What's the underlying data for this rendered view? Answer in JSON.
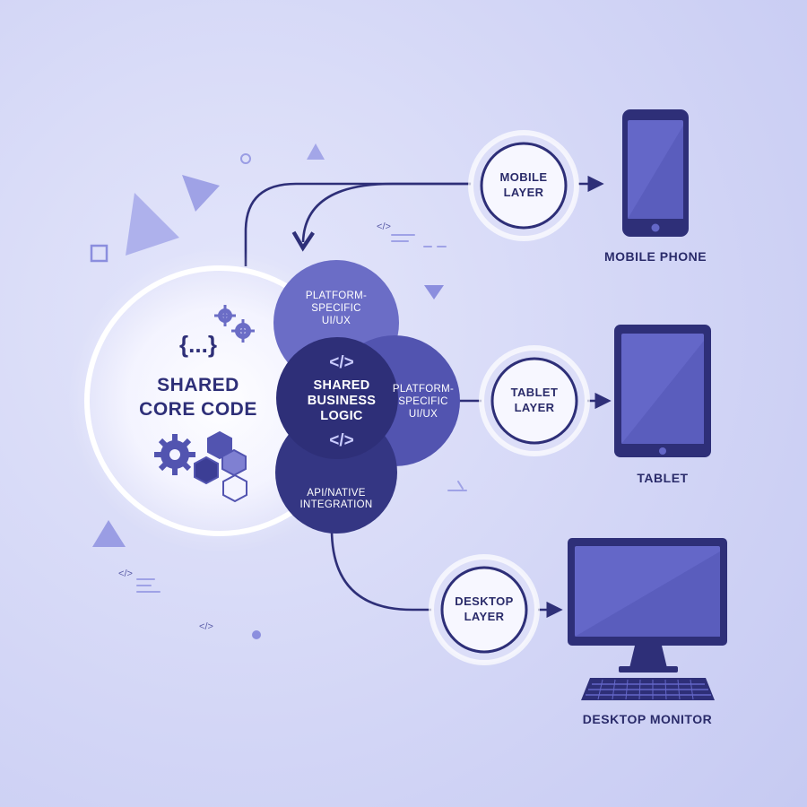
{
  "core": {
    "braces": "{...}",
    "title_line1": "SHARED",
    "title_line2": "CORE CODE"
  },
  "venn": {
    "top": {
      "line1": "PLATFORM-",
      "line2": "SPECIFIC",
      "line3": "UI/UX"
    },
    "right": {
      "line1": "PLATFORM-",
      "line2": "SPECIFIC",
      "line3": "UI/UX"
    },
    "center": {
      "code_top": "</>",
      "line1": "SHARED",
      "line2": "BUSINESS",
      "line3": "LOGIC",
      "code_bottom": "</>"
    },
    "bottom": {
      "line1": "API/NATIVE",
      "line2": "INTEGRATION"
    }
  },
  "layers": {
    "mobile": {
      "line1": "MOBILE",
      "line2": "LAYER"
    },
    "tablet": {
      "line1": "TABLET",
      "line2": "LAYER"
    },
    "desktop": {
      "line1": "DESKTOP",
      "line2": "LAYER"
    }
  },
  "devices": {
    "mobile": "MOBILE PHONE",
    "tablet": "TABLET",
    "desktop": "DESKTOP MONITOR"
  },
  "decor": {
    "code_tag": "</>"
  },
  "colors": {
    "dark": "#2e2f78",
    "mid": "#5254b0",
    "light": "#7f80d2",
    "screen": "#6467c8"
  }
}
